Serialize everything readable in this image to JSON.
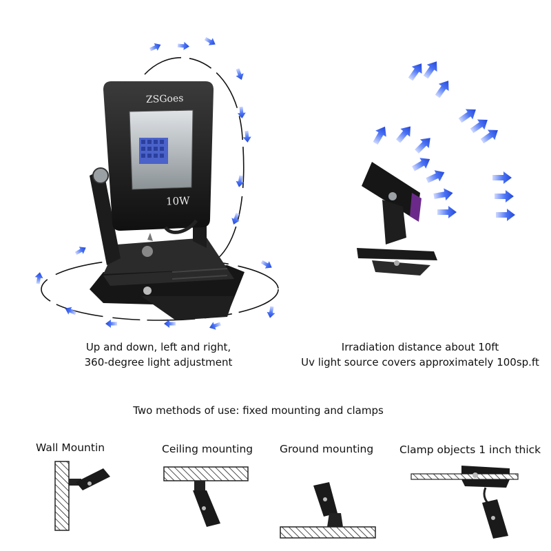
{
  "product": {
    "brand": "ZSGoes",
    "wattage": "10W"
  },
  "captions": {
    "adjust_line1": "Up and down, left and right,",
    "adjust_line2": "360-degree light adjustment",
    "irradiation_line1": "Irradiation distance about 10ft",
    "irradiation_line2": "Uv light source covers approximately 100sp.ft",
    "methods_title": "Two methods of use: fixed mounting and clamps"
  },
  "mounting": {
    "wall": "Wall Mountin",
    "ceiling": "Ceiling mounting",
    "ground": "Ground mounting",
    "clamp": "Clamp objects 1 inch thick"
  },
  "colors": {
    "arrow_blue": "#2f5cf0",
    "body_black": "#1a1a1a",
    "uv_purple": "#6b2a8a",
    "led_blue": "#3a56c8"
  }
}
